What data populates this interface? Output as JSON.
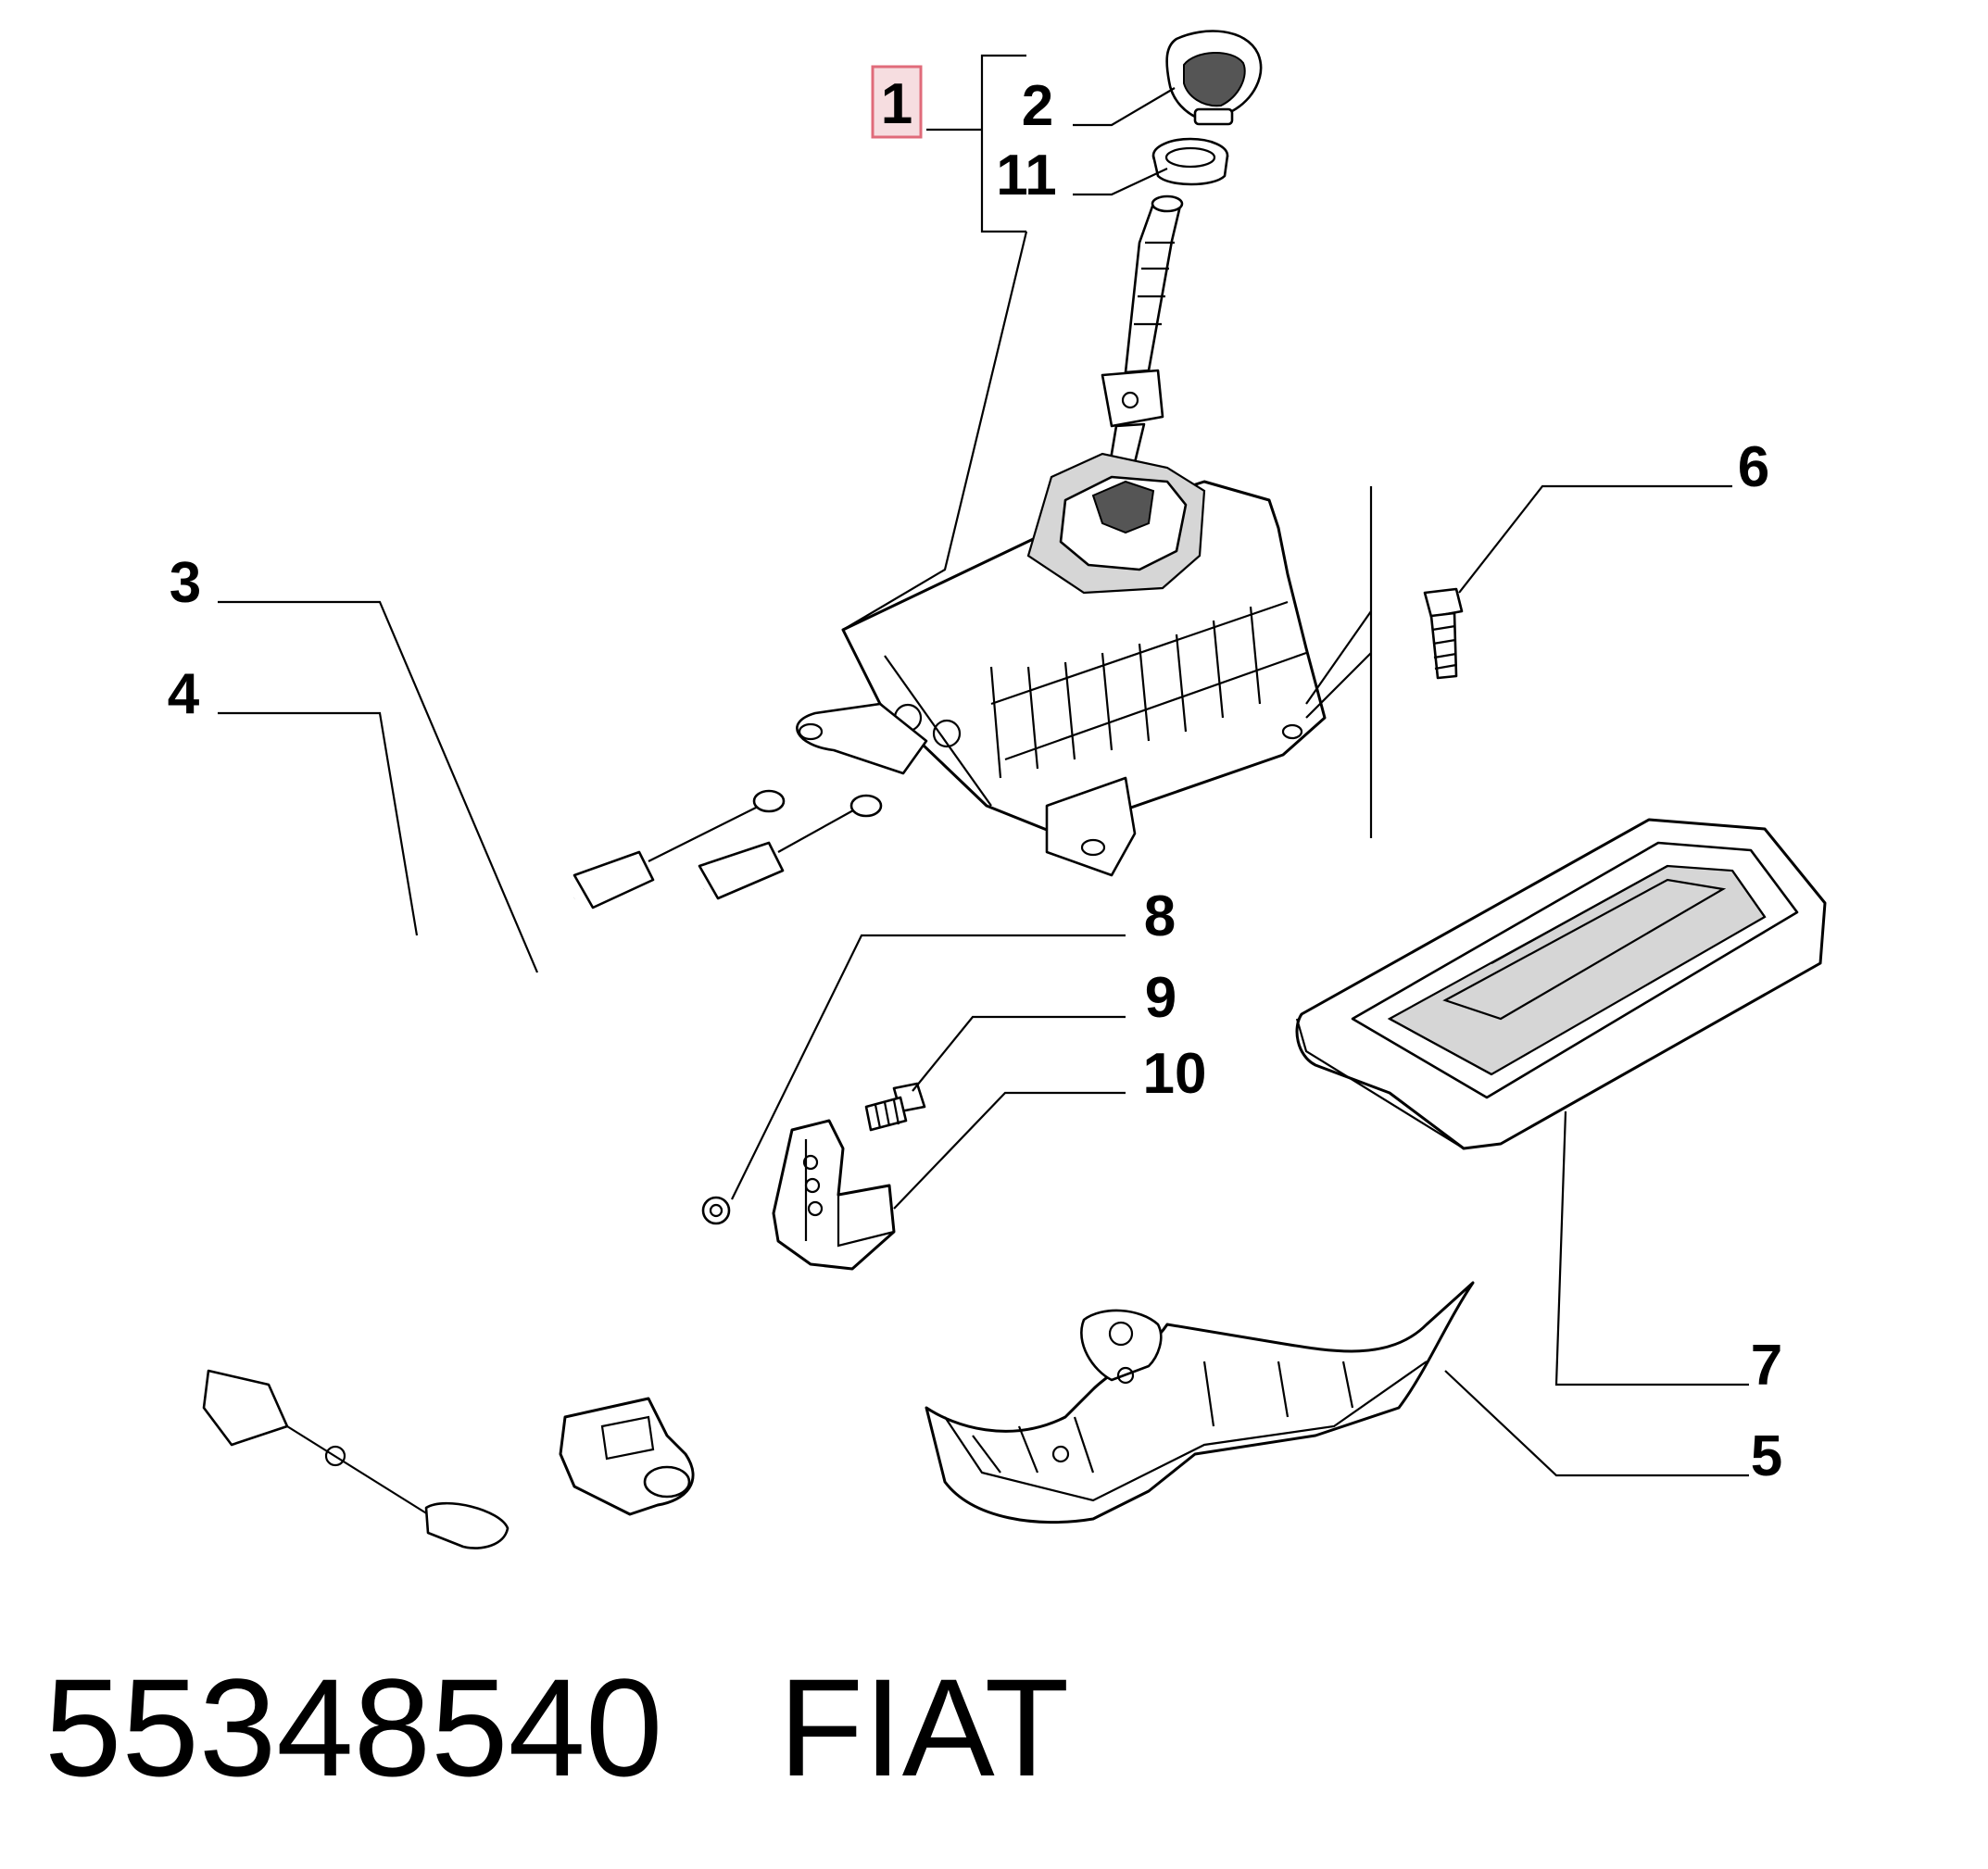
{
  "callouts": {
    "c1": "1",
    "c2": "2",
    "c3": "3",
    "c4": "4",
    "c5": "5",
    "c6": "6",
    "c7": "7",
    "c8": "8",
    "c9": "9",
    "c10": "10",
    "c11": "11"
  },
  "highlight_color": "#e06b7a",
  "footer": {
    "part_number": "55348540",
    "brand": "FIAT"
  }
}
